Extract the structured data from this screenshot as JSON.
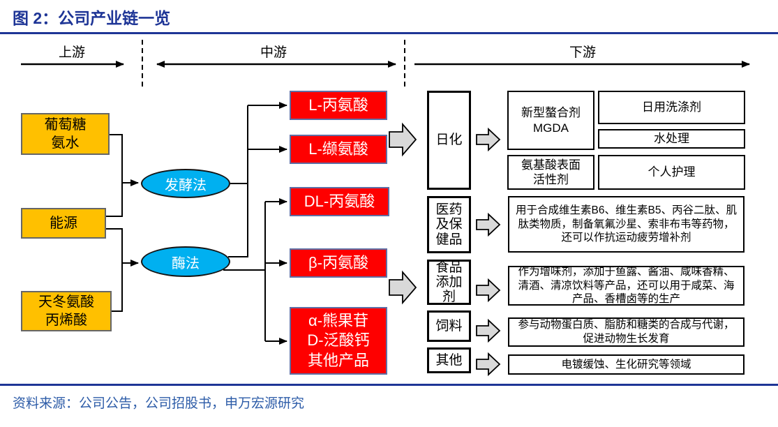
{
  "title": "图 2：公司产业链一览",
  "source": "资料来源：公司公告，公司招股书，申万宏源研究",
  "lanes": {
    "upstream": "上游",
    "midstream": "中游",
    "downstream": "下游"
  },
  "upstream": {
    "inputs": [
      "葡萄糖\n氨水",
      "能源",
      "天冬氨酸\n丙烯酸"
    ]
  },
  "midstream": {
    "processes": [
      "发酵法",
      "酶法"
    ],
    "products": [
      "L-丙氨酸",
      "L-缬氨酸",
      "DL-丙氨酸",
      "β-丙氨酸",
      "α-熊果苷\nD-泛酸钙\n其他产品"
    ]
  },
  "downstream": {
    "categories": [
      "日化",
      "医药\n及保\n健品",
      "食品\n添加\n剂",
      "饲料",
      "其他"
    ],
    "daily_chem": {
      "left": [
        "新型螯合剂\nMGDA",
        "氨基酸表面\n活性剂"
      ],
      "right": [
        "日用洗涤剂",
        "水处理",
        "个人护理"
      ]
    },
    "descriptions": {
      "pharma": "用于合成维生素B6、维生素B5、丙谷二肽、肌肽类物质，制备氧氟沙星、索非布韦等药物，还可以作抗运动疲劳增补剂",
      "food": "作为增味剂，添加于鱼露、酱油、咸味香精、清酒、清凉饮料等产品，还可以用于咸菜、海产品、香槽卤等的生产",
      "feed": "参与动物蛋白质、脂肪和糖类的合成与代谢，促进动物生长发育",
      "other": "电镀缓蚀、生化研究等领域"
    }
  },
  "colors": {
    "title_blue": "#1E3596",
    "source_blue": "#2D5CA8",
    "input_fill": "#FFC000",
    "process_fill": "#00B0F0",
    "product_fill": "#FE0000",
    "product_border": "#5F6FA5",
    "block_arrow_fill": "#D9D9D9"
  }
}
